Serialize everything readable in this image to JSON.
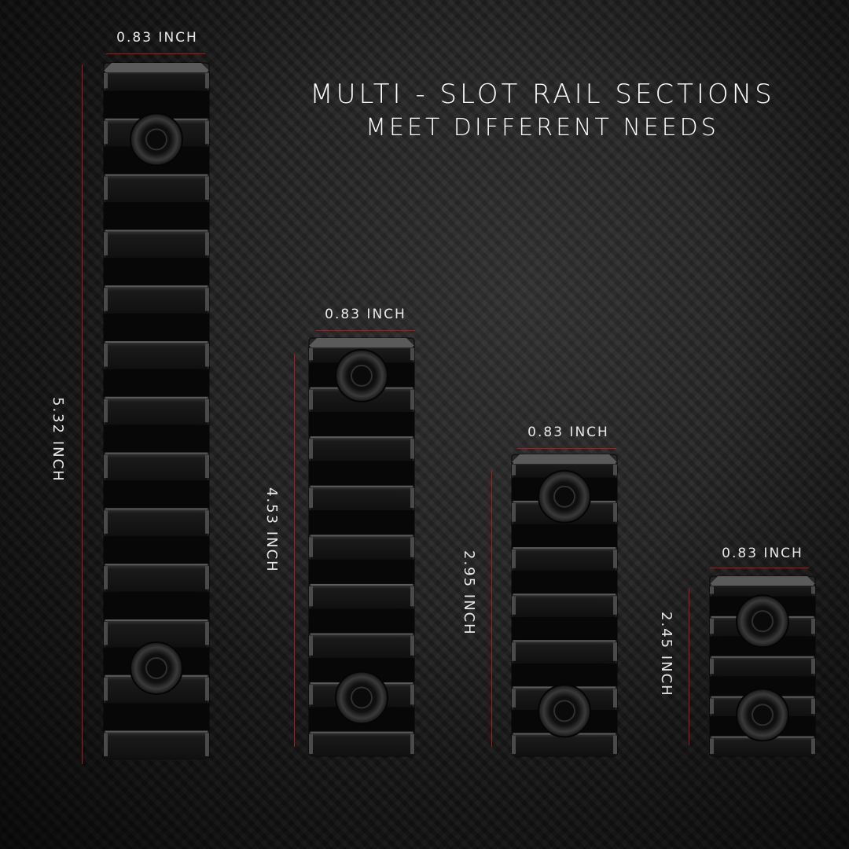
{
  "headline": {
    "line1": "MULTI - SLOT RAIL SECTIONS",
    "line2": "MEET DIFFERENT NEEDS"
  },
  "rails": [
    {
      "name": "13-slot",
      "width_label": "0.83  INCH",
      "length_label": "5.32  INCH"
    },
    {
      "name": "9-slot",
      "width_label": "0.83  INCH",
      "length_label": "4.53  INCH"
    },
    {
      "name": "7-slot",
      "width_label": "0.83  INCH",
      "length_label": "2.95  INCH"
    },
    {
      "name": "5-slot",
      "width_label": "0.83  INCH",
      "length_label": "2.45  INCH"
    }
  ],
  "colors": {
    "dimension_line": "#b01818",
    "rail_body": "#0e0e0e",
    "rail_highlight": "#6a6a6a"
  }
}
